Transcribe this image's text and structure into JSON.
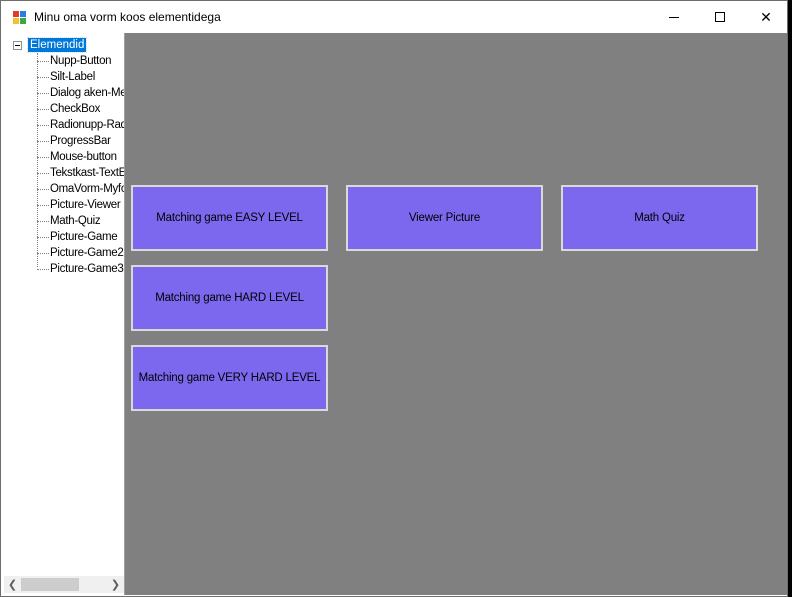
{
  "window": {
    "title": "Minu oma vorm koos elementidega"
  },
  "icons": {
    "app": "form-app-icon",
    "minimize": "minimize-icon",
    "maximize": "maximize-icon",
    "close": "close-icon",
    "close_glyph": "✕",
    "scroll_left_glyph": "❮",
    "scroll_right_glyph": "❯"
  },
  "tree": {
    "root": "Elemendid",
    "items": [
      "Nupp-Button",
      "Silt-Label",
      "Dialog aken-Me",
      "CheckBox",
      "Radionupp-Rad",
      "ProgressBar",
      "Mouse-button",
      "Tekstkast-TextE",
      "OmaVorm-Myfor",
      "Picture-Viewer",
      "Math-Quiz",
      "Picture-Game",
      "Picture-Game2",
      "Picture-Game3"
    ]
  },
  "buttons": {
    "easy": "Matching game EASY LEVEL",
    "viewer": "Viewer Picture",
    "math": "Math Quiz",
    "hard": "Matching game HARD LEVEL",
    "very_hard": "Matching game VERY HARD LEVEL"
  },
  "colors": {
    "button_fill": "#7b68ee",
    "panel": "#808080",
    "selection": "#0078d7"
  }
}
